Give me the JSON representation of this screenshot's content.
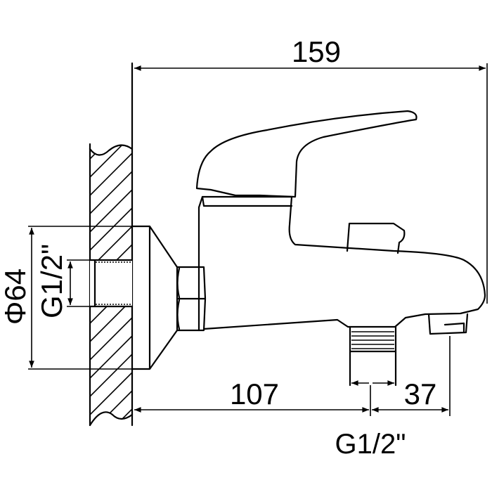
{
  "drawing": {
    "dimensions": {
      "overall_width": "159",
      "inlet_to_outlet": "107",
      "outlet_to_spout": "37",
      "escutcheon_diameter": "Φ64",
      "wall_thread": "G1/2\"",
      "outlet_thread": "G1/2\""
    },
    "colors": {
      "line": "#000000",
      "background": "#ffffff"
    }
  }
}
